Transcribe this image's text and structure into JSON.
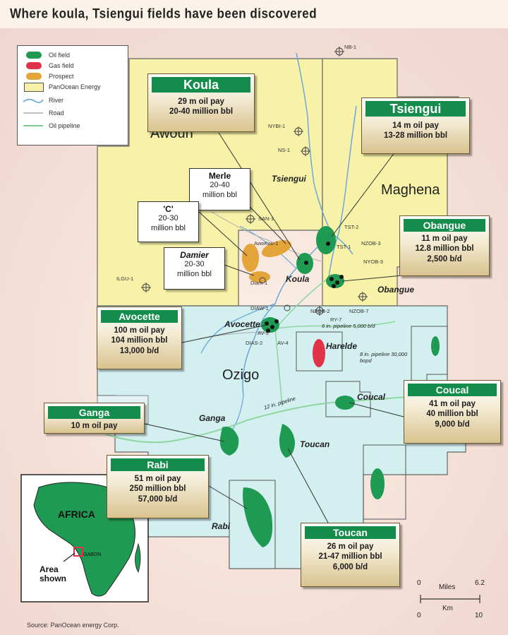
{
  "title": "Where koula, Tsiengui fields have been discovered",
  "legend": {
    "items": [
      {
        "label": "Oil field",
        "color": "#1f9a52"
      },
      {
        "label": "Gas field",
        "color": "#e0334a"
      },
      {
        "label": "Prospect",
        "color": "#e3a43a"
      },
      {
        "label": "PanOcean Energy",
        "color": "#f7f0a8"
      },
      {
        "label": "River",
        "color": "#5a9fd6"
      },
      {
        "label": "Road",
        "color": "#aaaaaa"
      },
      {
        "label": "Oil pipeline",
        "color": "#7fca8f"
      }
    ]
  },
  "regions": {
    "awoun": "Awoun",
    "maghena": "Maghena",
    "ozigo": "Ozigo"
  },
  "fields": {
    "tsiengui": "Tsiengui",
    "koula": "Koula",
    "obangue": "Obangue",
    "avocette": "Avocette",
    "harelde": "Harelde",
    "coucal": "Coucal",
    "ganga": "Ganga",
    "toucan": "Toucan",
    "rabi": "Rabi"
  },
  "wells": [
    "NB-1",
    "NYBI-1",
    "NS-1",
    "SAN-1",
    "AwoKou-1",
    "TST-2",
    "TST-1",
    "NZOB-3",
    "NYOB-3",
    "ILGU-1",
    "Diam-1",
    "DIAW-1",
    "AV-5",
    "NZOB-2",
    "RY-7",
    "NZOB-7",
    "DIAS-2",
    "AV-4"
  ],
  "pipelines": {
    "p1": "6 in. pipeline 5,000 b/d",
    "p2": "8 in. pipeline 30,000 bopd",
    "p3": "12 in. pipeline"
  },
  "callouts": {
    "koula": {
      "name": "Koula",
      "l1": "29 m oil pay",
      "l2": "20-40 million bbl"
    },
    "tsiengui": {
      "name": "Tsiengui",
      "l1": "14 m oil pay",
      "l2": "13-28 million bbl"
    },
    "obangue": {
      "name": "Obangue",
      "l1": "11 m oil pay",
      "l2": "12.8 million bbl",
      "l3": "2,500 b/d"
    },
    "avocette": {
      "name": "Avocette",
      "l1": "100 m oil pay",
      "l2": "104 million bbl",
      "l3": "13,000 b/d"
    },
    "coucal": {
      "name": "Coucal",
      "l1": "41 m oil pay",
      "l2": "40 million bbl",
      "l3": "9,000 b/d"
    },
    "ganga": {
      "name": "Ganga",
      "l1": "10 m oil pay"
    },
    "rabi": {
      "name": "Rabi",
      "l1": "51 m oil pay",
      "l2": "250 million bbl",
      "l3": "57,000 b/d"
    },
    "toucan": {
      "name": "Toucan",
      "l1": "26 m oil pay",
      "l2": "21-47 million bbl",
      "l3": "6,000 b/d"
    }
  },
  "prospects": {
    "merle": {
      "name": "Merle",
      "l1": "20-40",
      "l2": "million bbl"
    },
    "c": {
      "name": "'C'",
      "l1": "20-30",
      "l2": "million bbl"
    },
    "damier": {
      "name": "Damier",
      "l1": "20-30",
      "l2": "million bbl"
    }
  },
  "inset": {
    "continent": "AFRICA",
    "country": "GABON",
    "area_label_1": "Area",
    "area_label_2": "shown"
  },
  "scale": {
    "miles_label": "Miles",
    "km_label": "Km",
    "miles_0": "0",
    "miles_max": "6.2",
    "km_0": "0",
    "km_max": "10"
  },
  "source": "Source: PanOcean energy Corp."
}
